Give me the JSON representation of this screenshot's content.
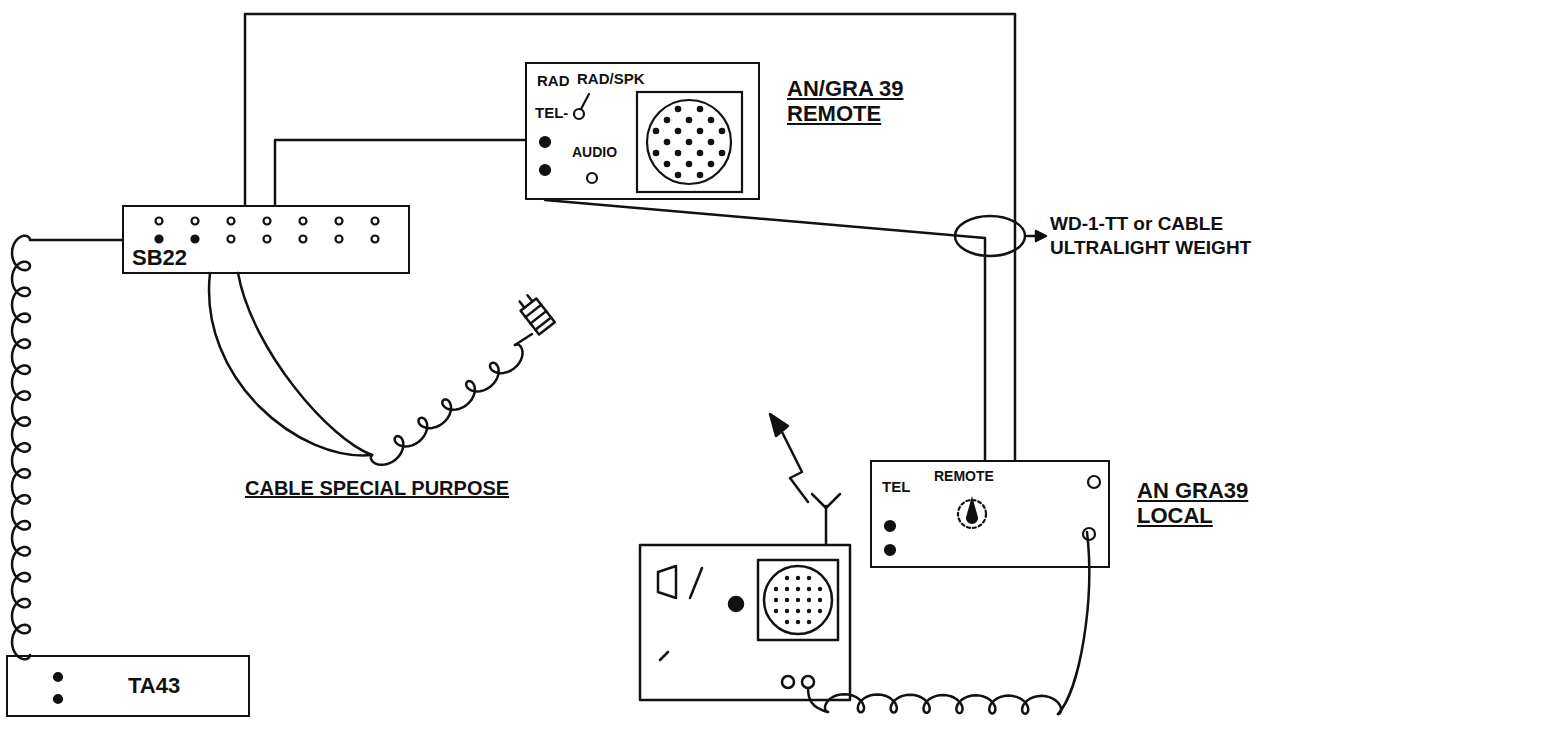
{
  "diagram": {
    "nodes": [
      {
        "text": [
          "AN/GRA 39 REMOTE",
          "RAD",
          "RAD/SPK",
          "TEL-",
          "AUDIO"
        ]
      },
      {
        "text": [
          "SB22"
        ]
      },
      {
        "text": [
          "AN GRA39 LOCAL",
          "TEL",
          "REMOTE"
        ]
      },
      {
        "text": [
          "TA43"
        ]
      }
    ],
    "edges": [
      {
        "from": 1,
        "to": 0,
        "arrow": "none"
      },
      {
        "from": 1,
        "to": 2,
        "arrow": "none"
      },
      {
        "from": 0,
        "to": 2,
        "arrow": "none"
      },
      {
        "from": 1,
        "to": 3,
        "arrow": "none"
      }
    ],
    "labels": [
      "WD-1-TT or CABLE ULTRALIGHT WEIGHT",
      "CABLE SPECIAL PURPOSE"
    ]
  }
}
